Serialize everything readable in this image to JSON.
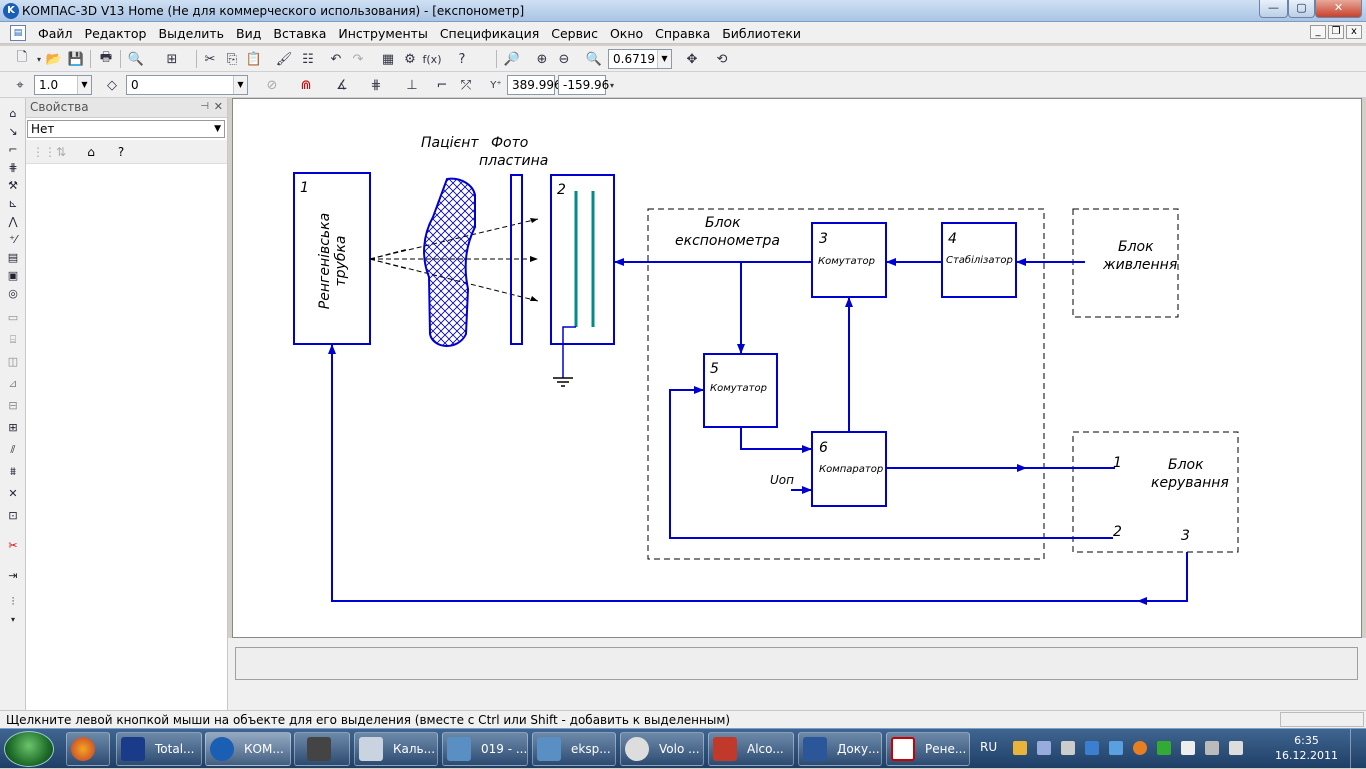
{
  "window": {
    "title": "КОМПАС-3D V13 Home (Не для коммерческого использования) - [експонометр]",
    "controls": {
      "minimize": "—",
      "maximize": "▢",
      "close": "✕"
    }
  },
  "menu": {
    "items": [
      "Файл",
      "Редактор",
      "Выделить",
      "Вид",
      "Вставка",
      "Инструменты",
      "Спецификация",
      "Сервис",
      "Окно",
      "Справка",
      "Библиотеки"
    ],
    "mdi_controls": {
      "minimize": "_",
      "restore": "❐",
      "close": "x"
    }
  },
  "toolbar1": {
    "zoom_value": "0.6719"
  },
  "toolbar2": {
    "line_scale": "1.0",
    "layer": "0",
    "coord_x": "389.996",
    "coord_y": "-159.96"
  },
  "properties_panel": {
    "title": "Свойства",
    "object_select": "Нет"
  },
  "diagram": {
    "block1_num": "1",
    "block1_label_line1": "Ренгенівська",
    "block1_label_line2": "трубка",
    "patient_label": "Пацієнт",
    "photo_label_line1": "Фото",
    "photo_label_line2": "пластина",
    "block2_num": "2",
    "exposimeter_label_line1": "Блок",
    "exposimeter_label_line2": "експонометра",
    "block3_num": "3",
    "block3_label": "Комутатор",
    "block4_num": "4",
    "block4_label": "Стабілізатор",
    "power_label_line1": "Блок",
    "power_label_line2": "живлення",
    "block5_num": "5",
    "block5_label": "Комутатор",
    "block6_num": "6",
    "block6_label": "Компаратор",
    "voltage_label": "Uоп",
    "control_label_line1": "Блок",
    "control_label_line2": "керування",
    "control_in1": "1",
    "control_in2": "2",
    "control_out3": "3",
    "colors": {
      "line": "#0000d0",
      "frame": "#0000d0",
      "plate": "#008b8b",
      "dash": "#000000"
    }
  },
  "status": {
    "message": "Щелкните левой кнопкой мыши на объекте для его выделения (вместе с Ctrl или Shift - добавить к выделенным)"
  },
  "taskbar": {
    "tasks": [
      {
        "label": "Total...",
        "icon": "total-commander-icon"
      },
      {
        "label": "КОМ...",
        "icon": "kompas-icon"
      },
      {
        "label": "",
        "icon": "monitor-icon"
      },
      {
        "label": "Каль...",
        "icon": "calculator-icon"
      },
      {
        "label": "019 - ...",
        "icon": "image-viewer-icon"
      },
      {
        "label": "eksp...",
        "icon": "image-viewer-icon"
      },
      {
        "label": "Volo ...",
        "icon": "voice-icon"
      },
      {
        "label": "Alco...",
        "icon": "alcohol-icon"
      },
      {
        "label": "Доку...",
        "icon": "word-icon"
      },
      {
        "label": "Ренe...",
        "icon": "pdf-icon"
      }
    ],
    "lang": "RU",
    "time": "6:35",
    "date": "16.12.2011"
  }
}
